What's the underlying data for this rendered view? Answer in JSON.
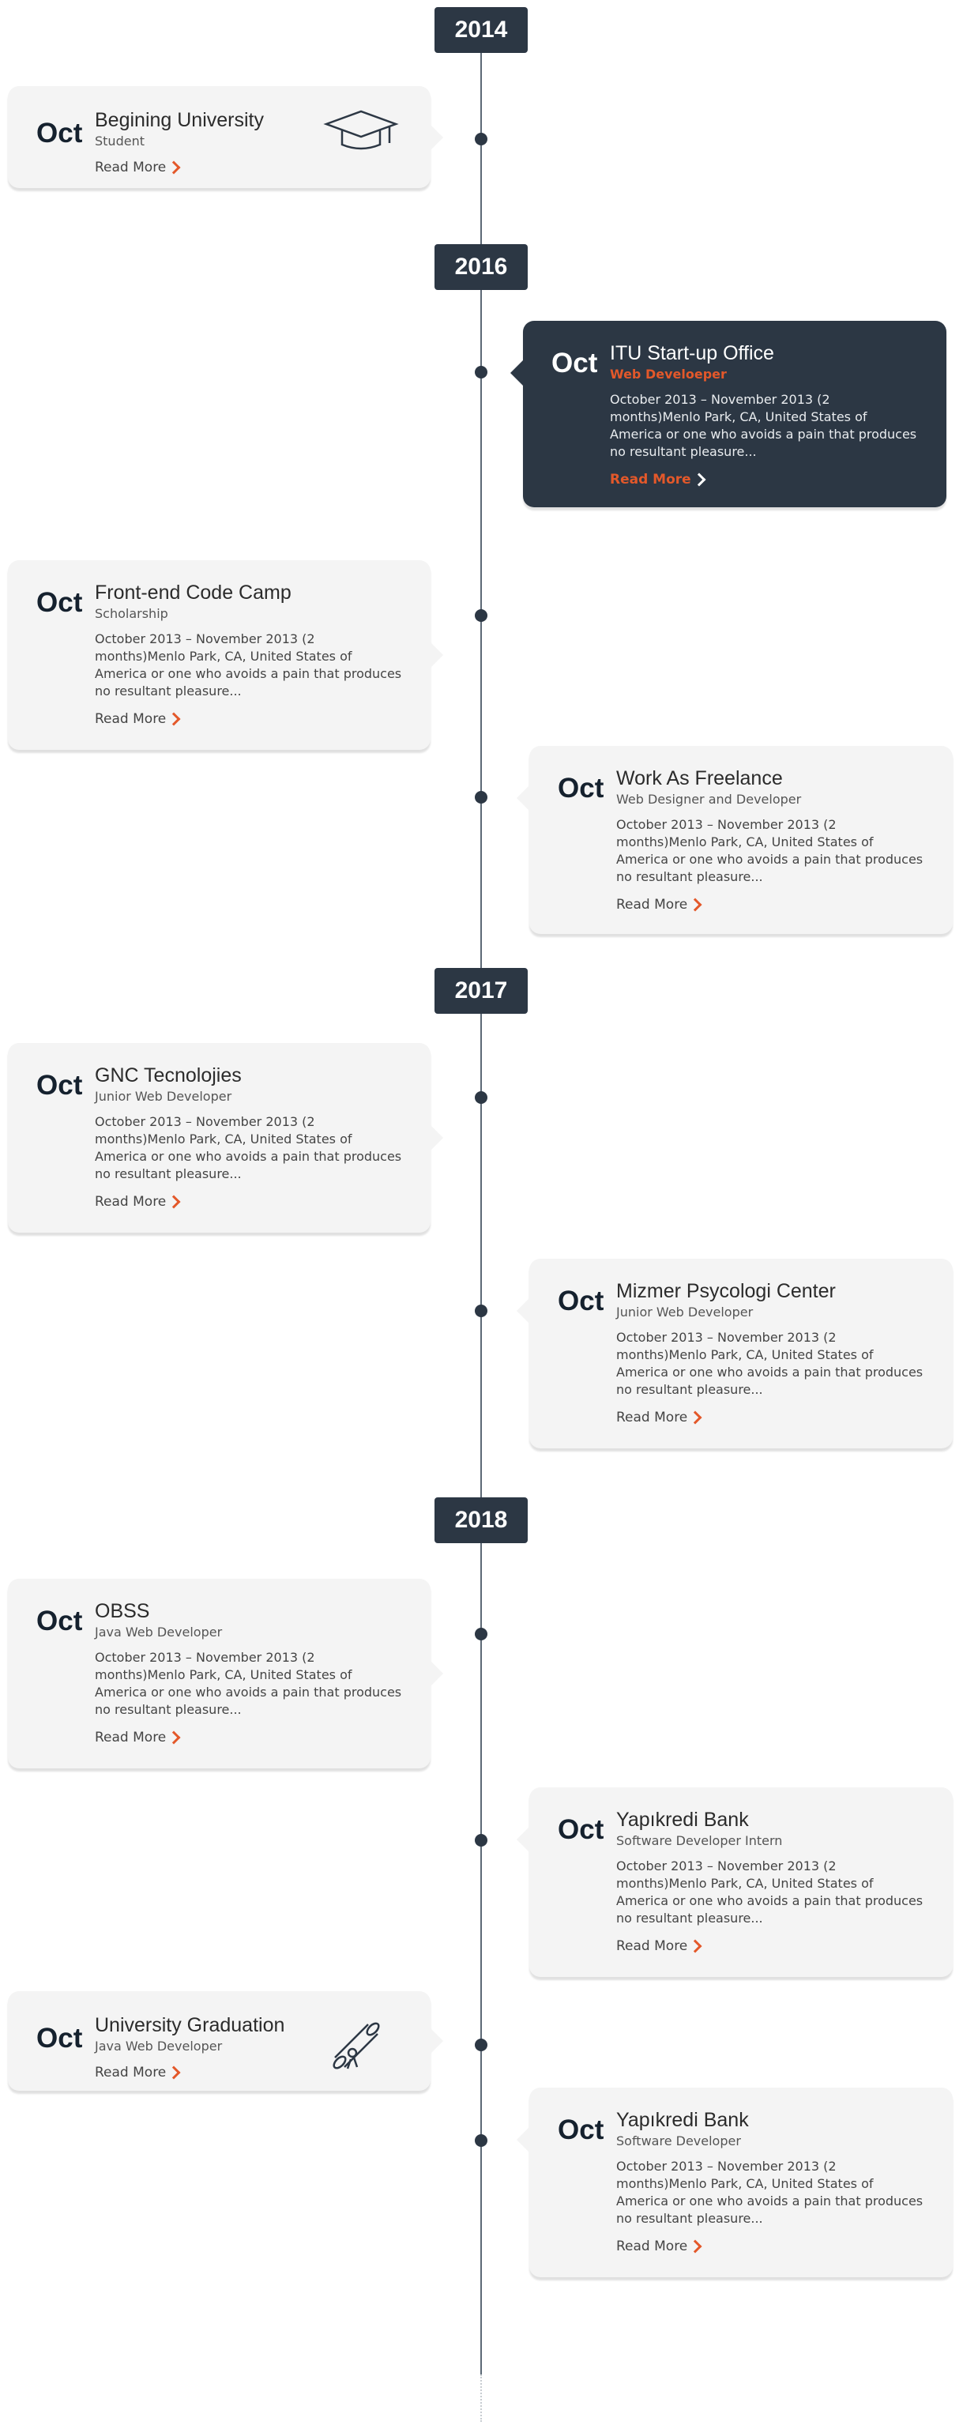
{
  "colors": {
    "accent": "#e3582a",
    "dark": "#2c3744",
    "card": "#f4f4f4"
  },
  "years": [
    "2014",
    "2016",
    "2017",
    "2018"
  ],
  "read_more": "Read More",
  "desc": "October 2013 – November 2013 (2 months)Menlo Park, CA, United States of America or one who avoids a pain that produces no resultant pleasure...",
  "entries": [
    {
      "month": "Oct",
      "title": "Begining University",
      "subtitle": "Student",
      "icon": "graduation-cap-icon"
    },
    {
      "month": "Oct",
      "title": "ITU Start-up Office",
      "subtitle": "Web Develoeper"
    },
    {
      "month": "Oct",
      "title": "Front-end Code Camp",
      "subtitle": "Scholarship"
    },
    {
      "month": "Oct",
      "title": "Work As Freelance",
      "subtitle": "Web Designer and Developer"
    },
    {
      "month": "Oct",
      "title": "GNC Tecnolojies",
      "subtitle": "Junior Web Developer"
    },
    {
      "month": "Oct",
      "title": "Mizmer Psycologi Center",
      "subtitle": "Junior Web Developer"
    },
    {
      "month": "Oct",
      "title": "OBSS",
      "subtitle": "Java Web Developer"
    },
    {
      "month": "Oct",
      "title": "Yapıkredi Bank",
      "subtitle": "Software Developer Intern"
    },
    {
      "month": "Oct",
      "title": "University Graduation",
      "subtitle": "Java Web Developer",
      "icon": "diploma-icon"
    },
    {
      "month": "Oct",
      "title": "Yapıkredi Bank",
      "subtitle": "Software Developer"
    }
  ]
}
